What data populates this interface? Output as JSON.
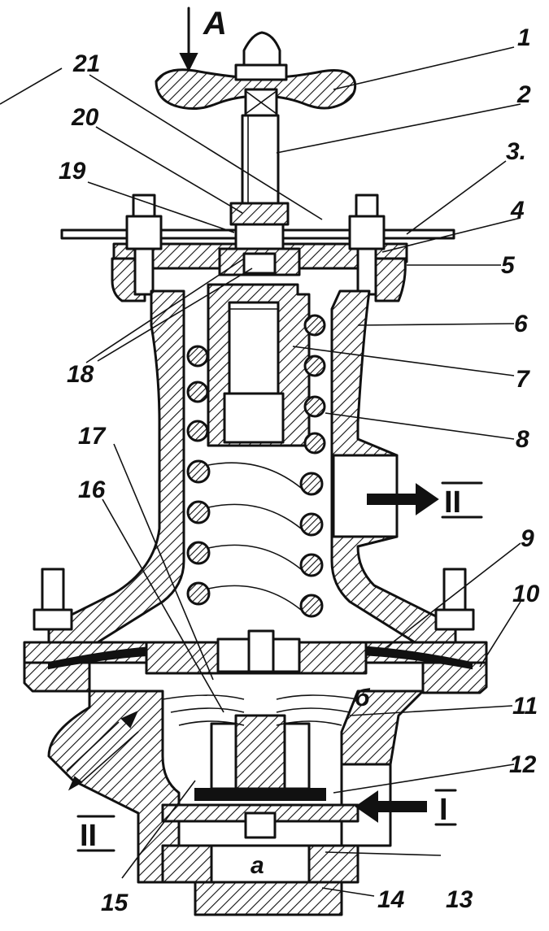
{
  "figure": {
    "view_label": "A",
    "callouts": [
      "1",
      "2",
      "3.",
      "4",
      "5",
      "6",
      "7",
      "8",
      "9",
      "10",
      "11",
      "12",
      "13",
      "14",
      "15",
      "16",
      "17",
      "18",
      "19",
      "20",
      "21"
    ],
    "flow_labels": {
      "inlet": "I",
      "outlet": "II",
      "outlet_top": "II"
    },
    "chamber_labels": {
      "a": "a",
      "b": "б"
    }
  }
}
